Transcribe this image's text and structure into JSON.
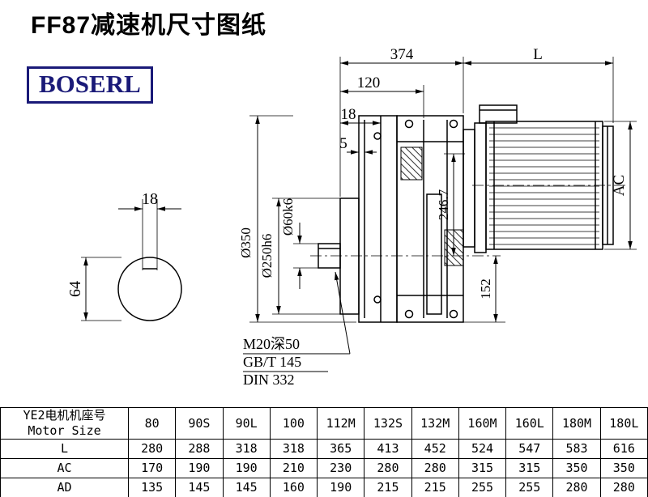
{
  "page": {
    "title": "FF87减速机尺寸图纸",
    "logo_text": "BOSERL"
  },
  "drawing": {
    "labels": {
      "dim_374": "374",
      "dim_L": "L",
      "dim_120": "120",
      "dim_18": "18",
      "dim_5": "5",
      "dim_AC": "AC",
      "dim_246_7": "246.7",
      "dim_152": "152",
      "dia_350": "Ø350",
      "dia_250": "Ø250h6",
      "dia_60": "Ø60k6",
      "key_width": "18",
      "key_height": "64",
      "thread_callout": "M20深50",
      "standard_gbt": "GB/T 145",
      "standard_din": "DIN 332"
    }
  },
  "table": {
    "header": {
      "cn": "YE2电机机座号",
      "en": "Motor Size"
    },
    "columns": [
      "80",
      "90S",
      "90L",
      "100",
      "112M",
      "132S",
      "132M",
      "160M",
      "160L",
      "180M",
      "180L"
    ],
    "rows": [
      {
        "label": "L",
        "values": [
          "280",
          "288",
          "318",
          "318",
          "365",
          "413",
          "452",
          "524",
          "547",
          "583",
          "616"
        ]
      },
      {
        "label": "AC",
        "values": [
          "170",
          "190",
          "190",
          "210",
          "230",
          "280",
          "280",
          "315",
          "315",
          "350",
          "350"
        ]
      },
      {
        "label": "AD",
        "values": [
          "135",
          "145",
          "145",
          "160",
          "190",
          "215",
          "215",
          "255",
          "255",
          "280",
          "280"
        ]
      }
    ]
  }
}
